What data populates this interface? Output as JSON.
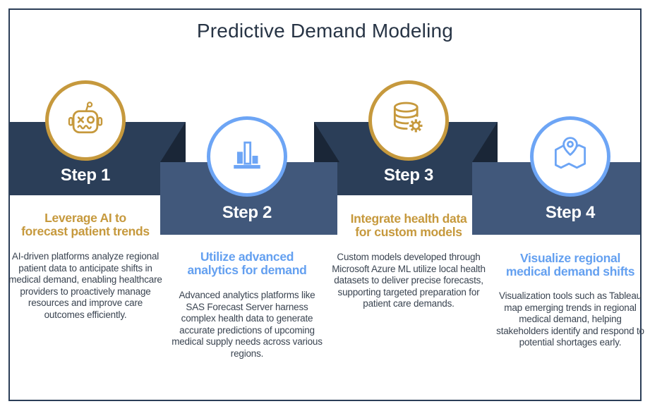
{
  "title": "Predictive Demand Modeling",
  "colors": {
    "banner_navy": "#2b3e58",
    "fold_shadow": "#1a2637",
    "banner_steel_blue": "#41587b",
    "accent_gold": "#c6993d",
    "accent_blue": "#6da5f5",
    "heading_blue": "#64a0f0",
    "step_label_text": "#ffffff",
    "body_text": "#3a4451",
    "title_text": "#273445"
  },
  "steps": [
    {
      "label": "Step 1",
      "icon": "robot-icon",
      "accent": "gold",
      "banner_color": "#2b3e58",
      "heading_lines": [
        "Leverage AI to",
        "forecast patient trends"
      ],
      "description": "AI-driven platforms analyze regional patient data to anticipate shifts in medical demand, enabling healthcare providers to proactively manage resources and improve care outcomes efficiently."
    },
    {
      "label": "Step 2",
      "icon": "bar-chart-icon",
      "accent": "blue",
      "banner_color": "#41587b",
      "heading_lines": [
        "Utilize advanced",
        "analytics for demand"
      ],
      "description": "Advanced analytics platforms like SAS Forecast Server harness complex health data to generate accurate predictions of upcoming medical supply needs across various regions."
    },
    {
      "label": "Step 3",
      "icon": "database-gear-icon",
      "accent": "gold",
      "banner_color": "#2b3e58",
      "heading_lines": [
        "Integrate health data",
        "for custom models"
      ],
      "description": "Custom models developed through Microsoft Azure ML utilize local health datasets to deliver precise forecasts, supporting targeted preparation for patient care demands."
    },
    {
      "label": "Step 4",
      "icon": "map-pin-icon",
      "accent": "blue",
      "banner_color": "#41587b",
      "heading_lines": [
        "Visualize regional",
        "medical demand shifts"
      ],
      "description": "Visualization tools such as Tableau map emerging trends in regional medical demand, helping stakeholders identify and respond to potential shortages early."
    }
  ]
}
